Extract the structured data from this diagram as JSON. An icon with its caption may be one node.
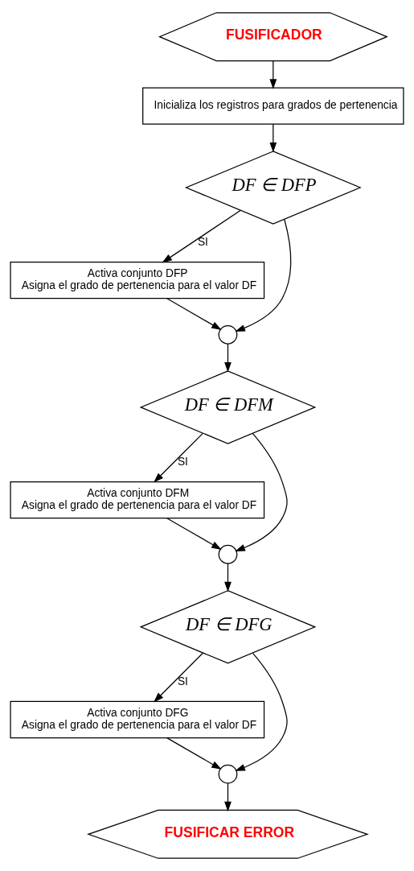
{
  "diagram": {
    "nodes": [
      {
        "text": [
          "FUSIFICADOR"
        ]
      },
      {
        "text": [
          "Inicializa los registros para grados de pertenencia"
        ]
      },
      {
        "text": [
          "DF ∈ DFP"
        ]
      },
      {
        "text": [
          "Activa conjunto DFP",
          "Asigna el grado de pertenencia para el valor DF"
        ]
      },
      {
        "text": [],
        "shape": "circle"
      },
      {
        "text": [
          "DF ∈ DFM"
        ]
      },
      {
        "text": [
          "Activa conjunto DFM",
          "Asigna el grado de pertenencia para el valor DF"
        ]
      },
      {
        "text": [],
        "shape": "circle"
      },
      {
        "text": [
          "DF ∈ DFG"
        ]
      },
      {
        "text": [
          "Activa conjunto DFG",
          "Asigna el grado de pertenencia para el valor DF"
        ]
      },
      {
        "text": [],
        "shape": "circle"
      },
      {
        "text": [
          "FUSIFICAR ERROR"
        ]
      }
    ],
    "edges": [
      {
        "from": 0,
        "to": 1,
        "arrow": "to"
      },
      {
        "from": 1,
        "to": 2,
        "arrow": "to"
      },
      {
        "from": 2,
        "to": 3,
        "arrow": "to",
        "label": "SI"
      },
      {
        "from": 3,
        "to": 4,
        "arrow": "to"
      },
      {
        "from": 2,
        "to": 4,
        "arrow": "to"
      },
      {
        "from": 4,
        "to": 5,
        "arrow": "to"
      },
      {
        "from": 5,
        "to": 6,
        "arrow": "to",
        "label": "SI"
      },
      {
        "from": 6,
        "to": 7,
        "arrow": "to"
      },
      {
        "from": 5,
        "to": 7,
        "arrow": "to"
      },
      {
        "from": 7,
        "to": 8,
        "arrow": "to"
      },
      {
        "from": 8,
        "to": 9,
        "arrow": "to",
        "label": "SI"
      },
      {
        "from": 9,
        "to": 10,
        "arrow": "to"
      },
      {
        "from": 8,
        "to": 10,
        "arrow": "to"
      },
      {
        "from": 10,
        "to": 11,
        "arrow": "to"
      }
    ]
  }
}
